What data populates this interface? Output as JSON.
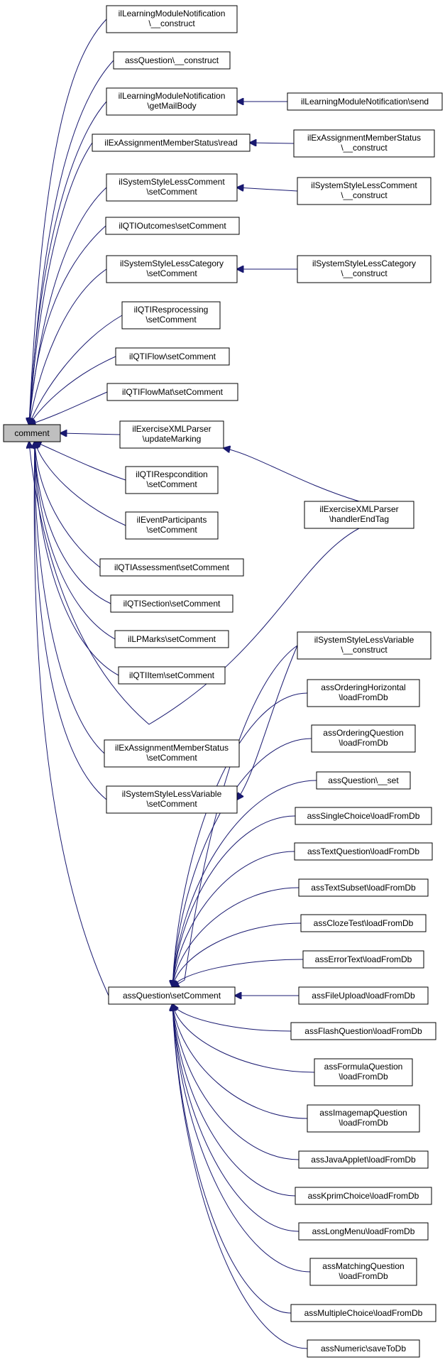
{
  "graph": {
    "root": "comment",
    "nodes": [
      {
        "id": "comment",
        "lines": [
          "comment"
        ]
      },
      {
        "id": "lmn_construct",
        "lines": [
          "ilLearningModuleNotification",
          "\\__construct"
        ]
      },
      {
        "id": "aq_construct",
        "lines": [
          "assQuestion\\__construct"
        ]
      },
      {
        "id": "lmn_getmailbody",
        "lines": [
          "ilLearningModuleNotification",
          "\\getMailBody"
        ]
      },
      {
        "id": "lmn_send",
        "lines": [
          "ilLearningModuleNotification\\send"
        ]
      },
      {
        "id": "eams_read",
        "lines": [
          "ilExAssignmentMemberStatus\\read"
        ]
      },
      {
        "id": "eams_construct",
        "lines": [
          "ilExAssignmentMemberStatus",
          "\\__construct"
        ]
      },
      {
        "id": "sslc_setcomment",
        "lines": [
          "ilSystemStyleLessComment",
          "\\setComment"
        ]
      },
      {
        "id": "sslc_construct",
        "lines": [
          "ilSystemStyleLessComment",
          "\\__construct"
        ]
      },
      {
        "id": "qtio_setcomment",
        "lines": [
          "ilQTIOutcomes\\setComment"
        ]
      },
      {
        "id": "sslcat_setcomment",
        "lines": [
          "ilSystemStyleLessCategory",
          "\\setComment"
        ]
      },
      {
        "id": "sslcat_construct",
        "lines": [
          "ilSystemStyleLessCategory",
          "\\__construct"
        ]
      },
      {
        "id": "qtiresp_setcomment",
        "lines": [
          "ilQTIResprocessing",
          "\\setComment"
        ]
      },
      {
        "id": "qtiflow_setcomment",
        "lines": [
          "ilQTIFlow\\setComment"
        ]
      },
      {
        "id": "qtiflowmat_setcomment",
        "lines": [
          "ilQTIFlowMat\\setComment"
        ]
      },
      {
        "id": "exml_updatemarking",
        "lines": [
          "ilExerciseXMLParser",
          "\\updateMarking"
        ]
      },
      {
        "id": "exml_handlerendtag",
        "lines": [
          "ilExerciseXMLParser",
          "\\handlerEndTag"
        ]
      },
      {
        "id": "qtirespcond_setcomment",
        "lines": [
          "ilQTIRespcondition",
          "\\setComment"
        ]
      },
      {
        "id": "evpart_setcomment",
        "lines": [
          "ilEventParticipants",
          "\\setComment"
        ]
      },
      {
        "id": "qtiassess_setcomment",
        "lines": [
          "ilQTIAssessment\\setComment"
        ]
      },
      {
        "id": "qtisection_setcomment",
        "lines": [
          "ilQTISection\\setComment"
        ]
      },
      {
        "id": "lpmarks_setcomment",
        "lines": [
          "ilLPMarks\\setComment"
        ]
      },
      {
        "id": "qtiitem_setcomment",
        "lines": [
          "ilQTIItem\\setComment"
        ]
      },
      {
        "id": "sslv_construct",
        "lines": [
          "ilSystemStyleLessVariable",
          "\\__construct"
        ]
      },
      {
        "id": "aoh_loadfromdb",
        "lines": [
          "assOrderingHorizontal",
          "\\loadFromDb"
        ]
      },
      {
        "id": "eams_setcomment",
        "lines": [
          "ilExAssignmentMemberStatus",
          "\\setComment"
        ]
      },
      {
        "id": "aoq_loadfromdb",
        "lines": [
          "assOrderingQuestion",
          "\\loadFromDb"
        ]
      },
      {
        "id": "sslv_setcomment",
        "lines": [
          "ilSystemStyleLessVariable",
          "\\setComment"
        ]
      },
      {
        "id": "aq_set",
        "lines": [
          "assQuestion\\__set"
        ]
      },
      {
        "id": "asc_loadfromdb",
        "lines": [
          "assSingleChoice\\loadFromDb"
        ]
      },
      {
        "id": "atq_loadfromdb",
        "lines": [
          "assTextQuestion\\loadFromDb"
        ]
      },
      {
        "id": "ats_loadfromdb",
        "lines": [
          "assTextSubset\\loadFromDb"
        ]
      },
      {
        "id": "act_loadfromdb",
        "lines": [
          "assClozeTest\\loadFromDb"
        ]
      },
      {
        "id": "aet_loadfromdb",
        "lines": [
          "assErrorText\\loadFromDb"
        ]
      },
      {
        "id": "aq_setcomment",
        "lines": [
          "assQuestion\\setComment"
        ]
      },
      {
        "id": "afu_loadfromdb",
        "lines": [
          "assFileUpload\\loadFromDb"
        ]
      },
      {
        "id": "afq_loadfromdb",
        "lines": [
          "assFlashQuestion\\loadFromDb"
        ]
      },
      {
        "id": "aformq_loadfromdb",
        "lines": [
          "assFormulaQuestion",
          "\\loadFromDb"
        ]
      },
      {
        "id": "aimq_loadfromdb",
        "lines": [
          "assImagemapQuestion",
          "\\loadFromDb"
        ]
      },
      {
        "id": "aja_loadfromdb",
        "lines": [
          "assJavaApplet\\loadFromDb"
        ]
      },
      {
        "id": "akc_loadfromdb",
        "lines": [
          "assKprimChoice\\loadFromDb"
        ]
      },
      {
        "id": "alm_loadfromdb",
        "lines": [
          "assLongMenu\\loadFromDb"
        ]
      },
      {
        "id": "amq_loadfromdb",
        "lines": [
          "assMatchingQuestion",
          "\\loadFromDb"
        ]
      },
      {
        "id": "amc_loadfromdb",
        "lines": [
          "assMultipleChoice\\loadFromDb"
        ]
      },
      {
        "id": "anum_savetodb",
        "lines": [
          "assNumeric\\saveToDb"
        ]
      }
    ],
    "edges": [
      {
        "from": "lmn_construct",
        "to": "comment"
      },
      {
        "from": "aq_construct",
        "to": "comment"
      },
      {
        "from": "lmn_getmailbody",
        "to": "comment"
      },
      {
        "from": "lmn_send",
        "to": "lmn_getmailbody"
      },
      {
        "from": "eams_read",
        "to": "comment"
      },
      {
        "from": "eams_construct",
        "to": "eams_read"
      },
      {
        "from": "sslc_setcomment",
        "to": "comment"
      },
      {
        "from": "sslc_construct",
        "to": "sslc_setcomment"
      },
      {
        "from": "qtio_setcomment",
        "to": "comment"
      },
      {
        "from": "sslcat_setcomment",
        "to": "comment"
      },
      {
        "from": "sslcat_construct",
        "to": "sslcat_setcomment"
      },
      {
        "from": "qtiresp_setcomment",
        "to": "comment"
      },
      {
        "from": "qtiflow_setcomment",
        "to": "comment"
      },
      {
        "from": "qtiflowmat_setcomment",
        "to": "comment"
      },
      {
        "from": "exml_updatemarking",
        "to": "comment"
      },
      {
        "from": "exml_handlerendtag",
        "to": "exml_updatemarking"
      },
      {
        "from": "exml_handlerendtag",
        "to": "comment"
      },
      {
        "from": "qtirespcond_setcomment",
        "to": "comment"
      },
      {
        "from": "evpart_setcomment",
        "to": "comment"
      },
      {
        "from": "qtiassess_setcomment",
        "to": "comment"
      },
      {
        "from": "qtisection_setcomment",
        "to": "comment"
      },
      {
        "from": "lpmarks_setcomment",
        "to": "comment"
      },
      {
        "from": "qtiitem_setcomment",
        "to": "comment"
      },
      {
        "from": "eams_setcomment",
        "to": "comment"
      },
      {
        "from": "sslv_setcomment",
        "to": "comment"
      },
      {
        "from": "sslv_construct",
        "to": "sslv_setcomment"
      },
      {
        "from": "aq_setcomment",
        "to": "comment"
      },
      {
        "from": "sslv_construct",
        "to": "aq_setcomment"
      },
      {
        "from": "aoh_loadfromdb",
        "to": "aq_setcomment"
      },
      {
        "from": "aoq_loadfromdb",
        "to": "aq_setcomment"
      },
      {
        "from": "aq_set",
        "to": "aq_setcomment"
      },
      {
        "from": "asc_loadfromdb",
        "to": "aq_setcomment"
      },
      {
        "from": "atq_loadfromdb",
        "to": "aq_setcomment"
      },
      {
        "from": "ats_loadfromdb",
        "to": "aq_setcomment"
      },
      {
        "from": "act_loadfromdb",
        "to": "aq_setcomment"
      },
      {
        "from": "aet_loadfromdb",
        "to": "aq_setcomment"
      },
      {
        "from": "afu_loadfromdb",
        "to": "aq_setcomment"
      },
      {
        "from": "afq_loadfromdb",
        "to": "aq_setcomment"
      },
      {
        "from": "aformq_loadfromdb",
        "to": "aq_setcomment"
      },
      {
        "from": "aimq_loadfromdb",
        "to": "aq_setcomment"
      },
      {
        "from": "aja_loadfromdb",
        "to": "aq_setcomment"
      },
      {
        "from": "akc_loadfromdb",
        "to": "aq_setcomment"
      },
      {
        "from": "alm_loadfromdb",
        "to": "aq_setcomment"
      },
      {
        "from": "amq_loadfromdb",
        "to": "aq_setcomment"
      },
      {
        "from": "amc_loadfromdb",
        "to": "aq_setcomment"
      },
      {
        "from": "anum_savetodb",
        "to": "aq_setcomment"
      }
    ]
  }
}
